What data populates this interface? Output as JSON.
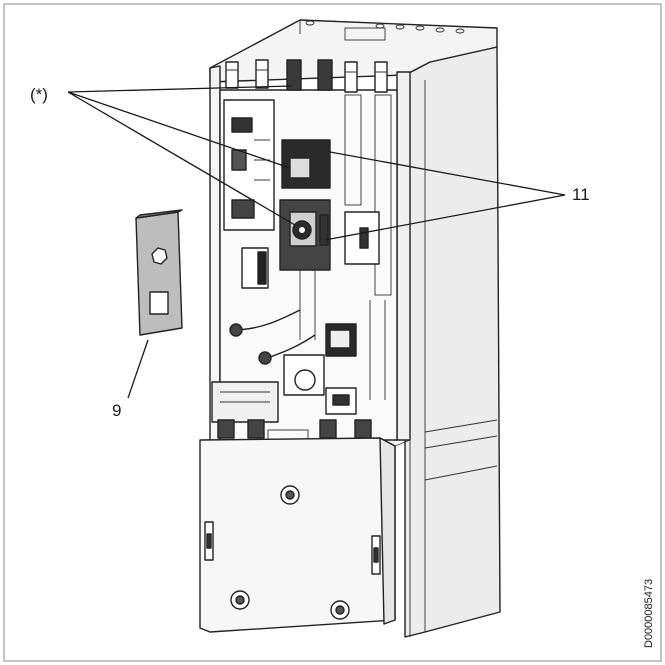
{
  "callouts": {
    "star_label": "(*)",
    "item_11": "11",
    "item_9": "9"
  },
  "document_id": "D0000085473",
  "colors": {
    "line": "#1a1a1a",
    "panel_light": "#f4f4f4",
    "panel_mid": "#d9d9d9",
    "panel_dark": "#555555",
    "component_dark": "#2b2b2b"
  }
}
